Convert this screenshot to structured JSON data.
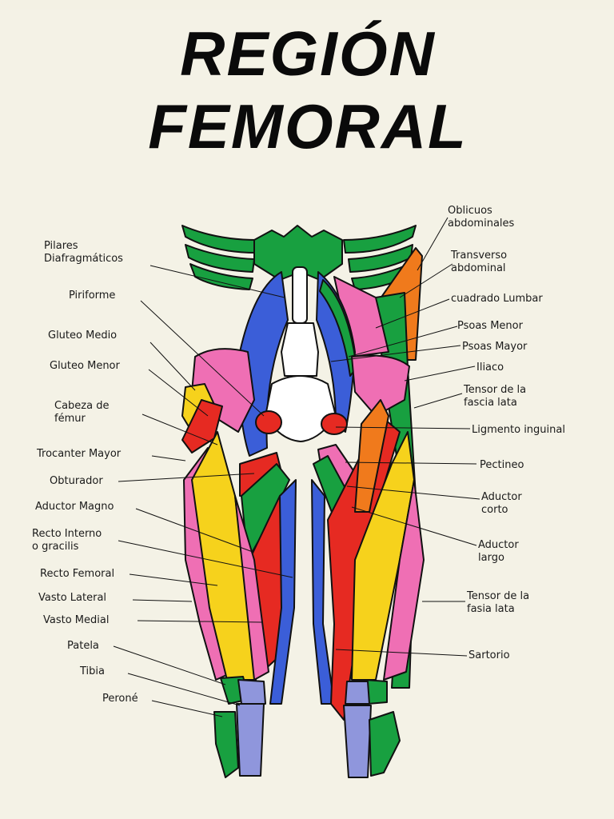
{
  "title": "REGIÓN FEMORAL",
  "colors": {
    "paper": "#f4f2e6",
    "blue": "#3b5ed8",
    "red": "#e62a22",
    "yellow": "#f6d21c",
    "pink": "#ef6fb4",
    "green": "#18a040",
    "orange": "#f07a1c",
    "periwinkle": "#8f96dc",
    "bone": "#ffffff"
  },
  "labels_left": [
    "Pilares\nDiafragmáticos",
    "Piriforme",
    "Gluteo Medio",
    "Gluteo Menor",
    "Cabeza de\nfémur",
    "Trocanter Mayor",
    "Obturador",
    "Aductor Magno",
    "Recto Interno\no gracilis",
    "Recto Femoral",
    "Vasto Lateral",
    "Vasto Medial",
    "Patela",
    "Tibia",
    "Peroné"
  ],
  "labels_right": [
    "Oblicuos\nabdominales",
    "Transverso\nabdominal",
    "cuadrado Lumbar",
    "Psoas Menor",
    "Psoas Mayor",
    "Iliaco",
    "Tensor de la\nfascia lata",
    "Ligmento inguinal",
    "Pectineo",
    "Aductor\ncorto",
    "Aductor\nlargo",
    "Tensor de la\nfasia lata",
    "Sartorio"
  ]
}
